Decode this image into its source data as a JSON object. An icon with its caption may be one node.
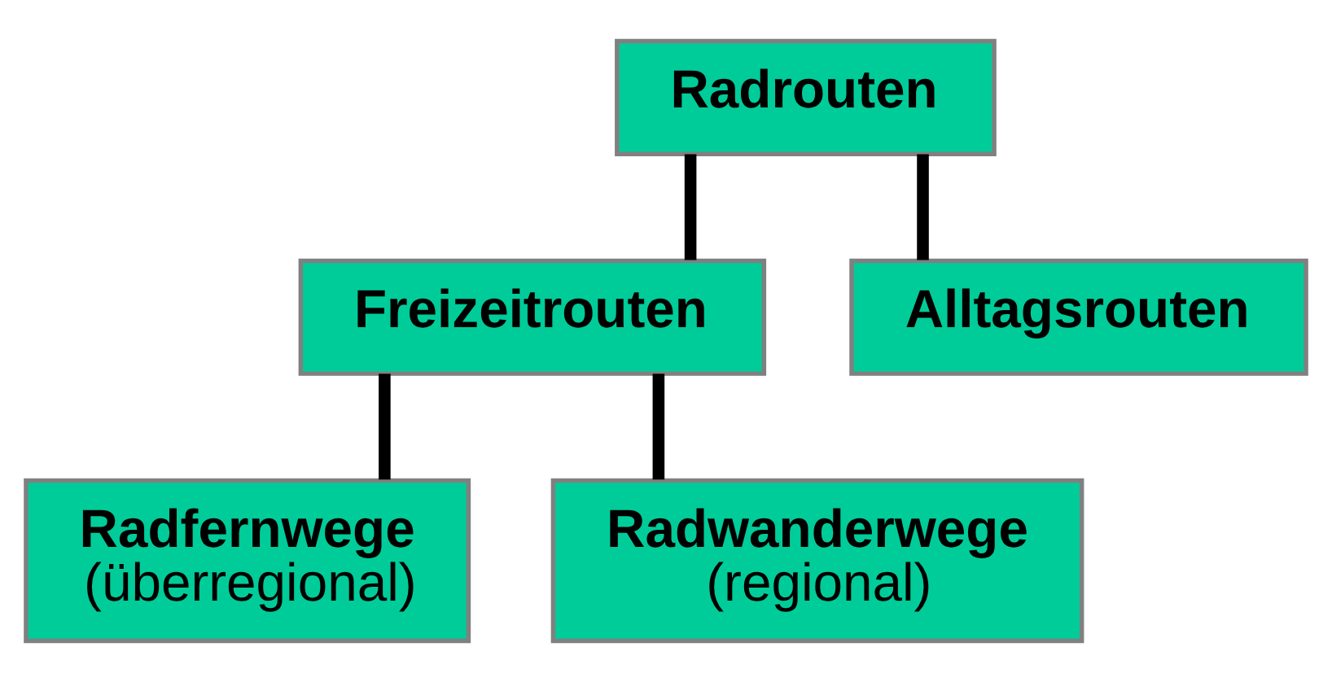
{
  "diagram": {
    "nodes": [
      {
        "text": [
          "Radrouten"
        ]
      },
      {
        "text": [
          "Freizeitrouten"
        ]
      },
      {
        "text": [
          "Alltagsrouten"
        ]
      },
      {
        "text": [
          "Radfernwege",
          "(überregional)"
        ]
      },
      {
        "text": [
          "Radwanderwege",
          "(regional)"
        ]
      }
    ],
    "edges": [
      {
        "from": 0,
        "to": 1,
        "arrow": "none"
      },
      {
        "from": 0,
        "to": 2,
        "arrow": "none"
      },
      {
        "from": 1,
        "to": 3,
        "arrow": "none"
      },
      {
        "from": 1,
        "to": 4,
        "arrow": "none"
      }
    ]
  }
}
